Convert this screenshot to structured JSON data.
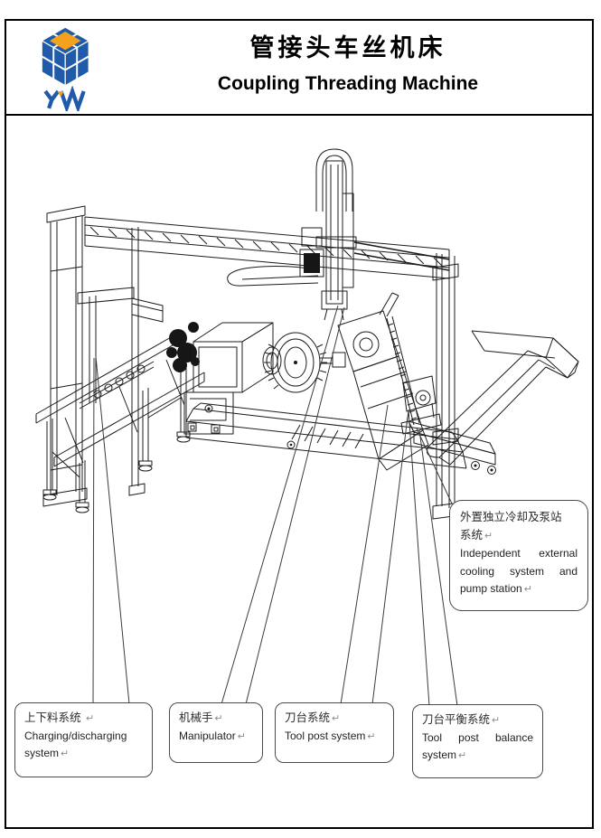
{
  "header": {
    "title_zh": "管接头车丝机床",
    "title_en": "Coupling Threading Machine",
    "logo_letters": "YW"
  },
  "colors": {
    "logo_blue": "#1f5ba8",
    "logo_orange": "#f4a21c",
    "drawing_line": "#1c1c1c",
    "callout_border": "#4a4a4a",
    "return_mark": "#8c8c8c"
  },
  "marks": {
    "ret": "↵"
  },
  "callouts": {
    "charging": {
      "zh": "上下料系统 ",
      "en1": "Charging/discharging",
      "en2": "system"
    },
    "manipulator": {
      "zh": "机械手",
      "en1": "Manipulator"
    },
    "tool_post": {
      "zh": "刀台系统",
      "en1": "Tool post system"
    },
    "tool_post_balance": {
      "zh": "刀台平衡系统",
      "en1": "Tool post balance",
      "en2": "system"
    },
    "cooling": {
      "zh1": "外置独立冷却及泵站",
      "zh2": "系统",
      "en1": "Independent external",
      "en2": "cooling system and",
      "en3": "pump station"
    }
  }
}
